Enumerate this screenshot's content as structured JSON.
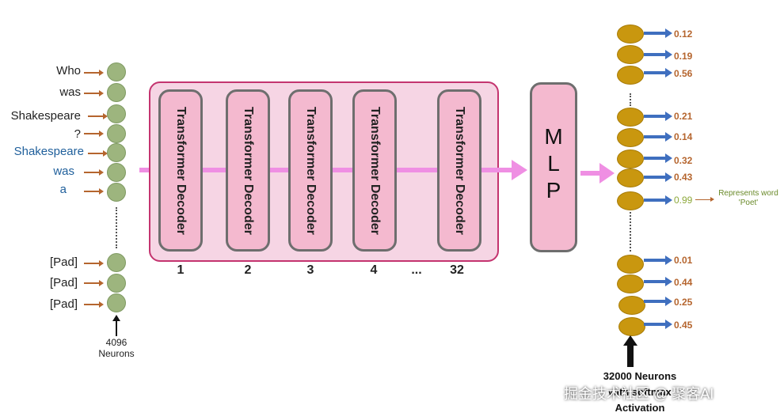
{
  "input_tokens": [
    {
      "text": "Who",
      "color": "black"
    },
    {
      "text": "was",
      "color": "black"
    },
    {
      "text": "Shakespeare",
      "color": "black"
    },
    {
      "text": "?",
      "color": "black"
    },
    {
      "text": "Shakespeare",
      "color": "blue"
    },
    {
      "text": "was",
      "color": "blue"
    },
    {
      "text": "a",
      "color": "blue"
    }
  ],
  "pad_tokens": [
    "[Pad]",
    "[Pad]",
    "[Pad]"
  ],
  "input_label": [
    "4096",
    "Neurons"
  ],
  "decoders": [
    {
      "label": "Transformer Decoder",
      "number": "1"
    },
    {
      "label": "Transformer Decoder",
      "number": "2"
    },
    {
      "label": "Transformer Decoder",
      "number": "3"
    },
    {
      "label": "Transformer Decoder",
      "number": "4"
    },
    {
      "label": "Transformer Decoder",
      "number": "32"
    }
  ],
  "ellipsis": "...",
  "mlp": [
    "M",
    "L",
    "P"
  ],
  "outputs": [
    "0.12",
    "0.19",
    "0.56",
    "0.21",
    "0.14",
    "0.32",
    "0.43",
    "0.99",
    "0.01",
    "0.44",
    "0.25",
    "0.45"
  ],
  "highlight_output": {
    "index": 7,
    "label_line1": "Represents word",
    "label_line2": "'Poet'"
  },
  "output_label": [
    "32000 Neurons",
    "with softmax",
    "Activation"
  ],
  "watermark": "掘金技术社区 @ 聚客AI",
  "colors": {
    "neuron_in": "#9db57e",
    "neuron_out": "#c9970f",
    "decoder": "#f4b9cf",
    "group_border": "#c4346f",
    "flow": "#ef8fe3",
    "out_arrow": "#3f6fbf"
  }
}
